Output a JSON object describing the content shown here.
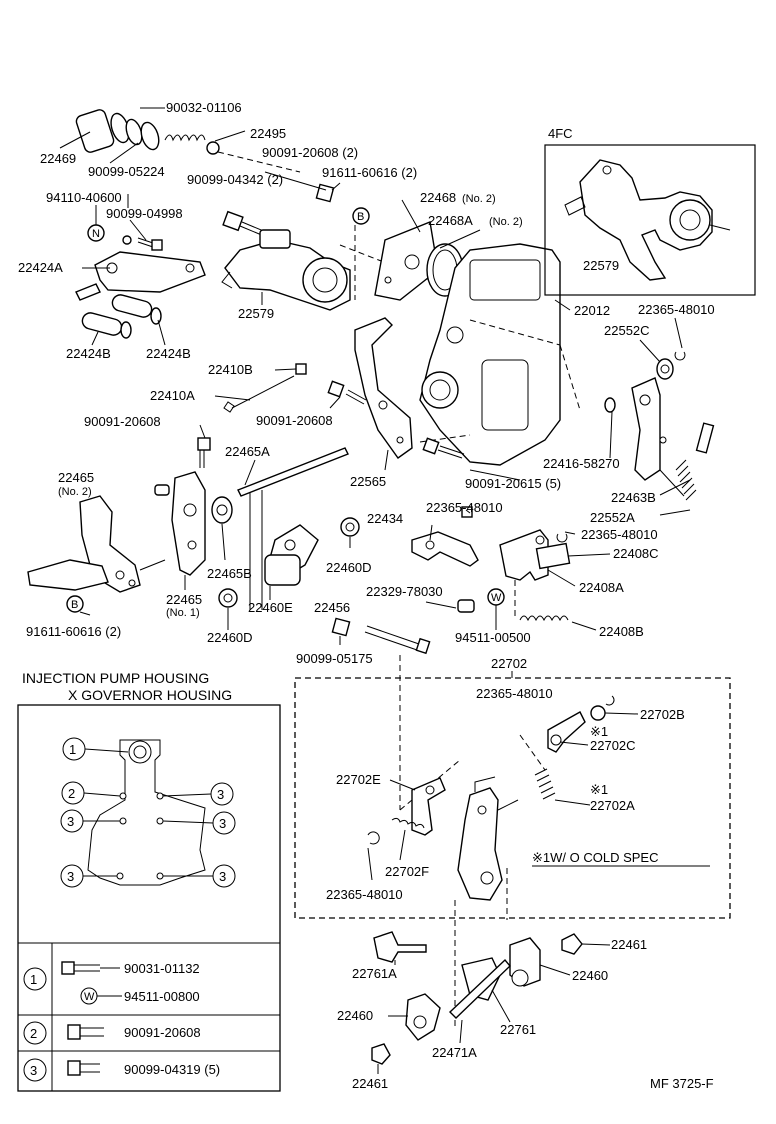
{
  "labels": {
    "p90032_01106": "90032-01106",
    "p22495": "22495",
    "p22469": "22469",
    "p90099_05224": "90099-05224",
    "p90091_20608_2": "90091-20608 (2)",
    "p91611_60616_2": "91611-60616 (2)",
    "p90099_04342_2": "90099-04342 (2)",
    "p94110_40600": "94110-40600",
    "p90099_04998": "90099-04998",
    "p22468_no2": "22468",
    "p22468_no2_tag": "(No. 2)",
    "p22468A": "22468A",
    "p22468A_tag": "(No. 2)",
    "p22424A": "22424A",
    "p22579_main": "22579",
    "p22424B_a": "22424B",
    "p22424B_b": "22424B",
    "p22012": "22012",
    "p22365_48010_a": "22365-48010",
    "p22552C": "22552C",
    "p22410B": "22410B",
    "p22410A": "22410A",
    "p90091_20608_b": "90091-20608",
    "p90091_20608_c": "90091-20608",
    "p22465A": "22465A",
    "p22565": "22565",
    "p22416_58270": "22416-58270",
    "p90091_20615_5": "90091-20615 (5)",
    "p22463B": "22463B",
    "p22552A": "22552A",
    "p22465_no2": "22465",
    "p22465_no2_tag": "(No. 2)",
    "p22365_48010_b": "22365-48010",
    "p22434": "22434",
    "p22365_48010_c": "22365-48010",
    "p22408C": "22408C",
    "p22460D_a": "22460D",
    "p22465B": "22465B",
    "p22465_no1": "22465",
    "p22465_no1_tag": "(No. 1)",
    "p22329_78030": "22329-78030",
    "p22408A": "22408A",
    "p91611_60616_2b": "91611-60616 (2)",
    "p22460D_b": "22460D",
    "p22460E": "22460E",
    "p22456": "22456",
    "p94511_00500": "94511-00500",
    "p22408B": "22408B",
    "p90099_05175": "90099-05175",
    "p22702": "22702",
    "p22365_48010_d": "22365-48010",
    "p22702B": "22702B",
    "p22702C": "22702C",
    "p22702E": "22702E",
    "p22702A": "22702A",
    "p22702F": "22702F",
    "p22365_48010_e": "22365-48010",
    "p22761A": "22761A",
    "p22461_a": "22461",
    "p22460": "22460",
    "p22460_b": "22460",
    "p22761": "22761",
    "p22471A": "22471A",
    "p22461_b": "22461",
    "p22579_inset": "22579"
  },
  "marks": {
    "b": "B",
    "n": "N",
    "w": "W",
    "star1": "※1",
    "star1_b": "※1"
  },
  "inset": {
    "title": "4FC"
  },
  "note": {
    "text": "※1W/ O  COLD SPEC"
  },
  "housing_box": {
    "title_line1": "INJECTION  PUMP  HOUSING",
    "title_line2": "X  GOVERNOR  HOUSING",
    "circle_1": "1",
    "circle_2": "2",
    "circle_3": "3"
  },
  "bolt_table": {
    "rows": [
      {
        "num": "1",
        "lines": [
          "90031-01132",
          "94511-00800"
        ]
      },
      {
        "num": "2",
        "lines": [
          "90091-20608"
        ]
      },
      {
        "num": "3",
        "lines": [
          "90099-04319  (5)"
        ]
      }
    ]
  },
  "footer": {
    "code": "MF 3725-F"
  }
}
